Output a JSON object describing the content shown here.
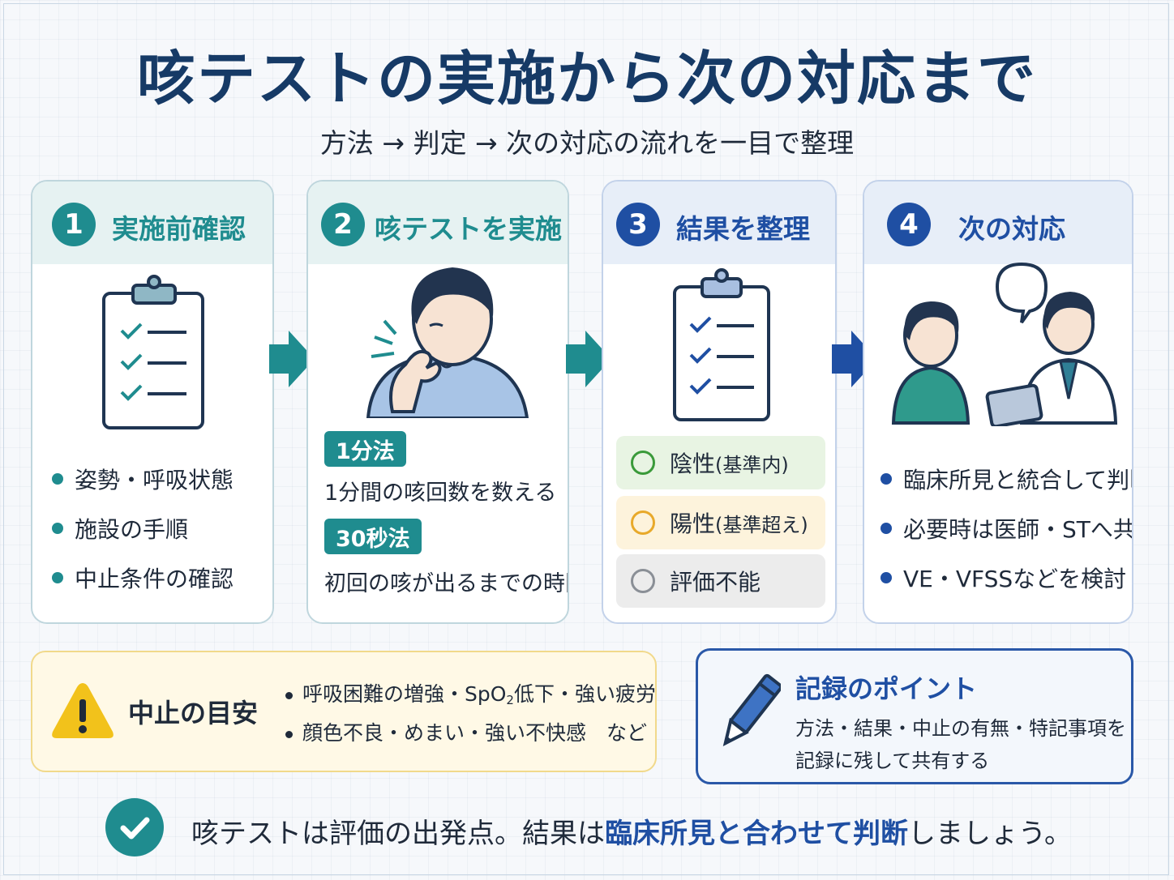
{
  "title": "咳テストの実施から次の対応まで",
  "subtitle": "方法 → 判定 → 次の対応の流れを一目で整理",
  "steps": [
    {
      "num": "1",
      "title": "実施前確認",
      "bullets": [
        "姿勢・呼吸状態",
        "施設の手順",
        "中止条件の確認"
      ]
    },
    {
      "num": "2",
      "title": "咳テストを実施",
      "methods": [
        {
          "tag": "1分法",
          "desc": "1分間の咳回数を数える"
        },
        {
          "tag": "30秒法",
          "desc": "初回の咳が出るまでの時間"
        }
      ]
    },
    {
      "num": "3",
      "title": "結果を整理",
      "results": [
        {
          "label": "陰性",
          "note": "(基準内)",
          "ring": "#3a9a3a",
          "bg": "#e8f4e3"
        },
        {
          "label": "陽性",
          "note": "(基準超え)",
          "ring": "#e8a92a",
          "bg": "#fdf3dc"
        },
        {
          "label": "評価不能",
          "note": "",
          "ring": "#8a8f96",
          "bg": "#ececec"
        }
      ]
    },
    {
      "num": "4",
      "title": "次の対応",
      "bullets": [
        "臨床所見と統合して判断",
        "必要時は医師・STへ共有",
        "VE・VFSSなどを検討"
      ]
    }
  ],
  "stop": {
    "title": "中止の目安",
    "item1_a": "呼吸困難の増強・SpO",
    "item1_sub": "2",
    "item1_b": "低下・強い疲労",
    "item2": "顔色不良・めまい・強い不快感　など"
  },
  "record": {
    "title": "記録のポイント",
    "line1": "方法・結果・中止の有無・特記事項を",
    "line2": "記録に残して共有する"
  },
  "footer": {
    "part1": "咳テストは評価の出発点。結果は",
    "highlight": "臨床所見と合わせて判断",
    "part2": "しましょう。"
  },
  "colors": {
    "teal": "#1f8c8f",
    "navy": "#163a66",
    "blue": "#1f4fa3",
    "warning": "#f2c21b"
  }
}
